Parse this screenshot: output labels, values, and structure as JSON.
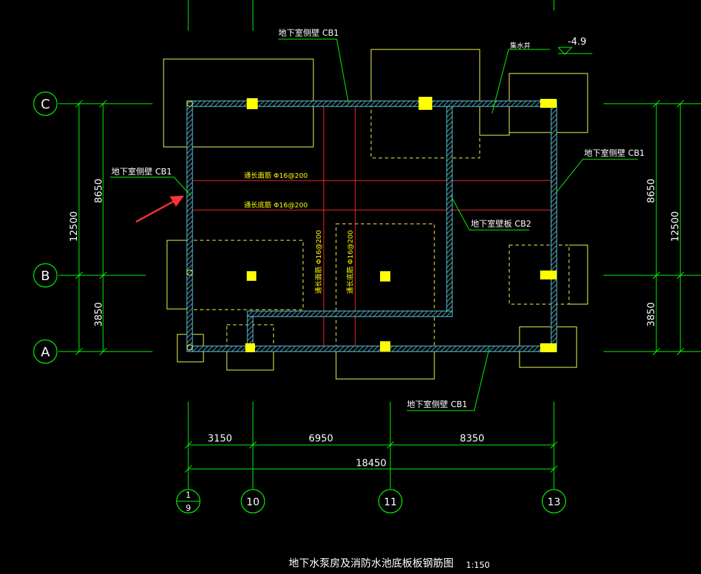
{
  "drawing": {
    "title": "地下水泵房及消防水池底板板钢筋图",
    "scale": "1:150"
  },
  "grid_axes": {
    "rows": [
      "C",
      "B",
      "A"
    ],
    "columns": [
      {
        "top": "1",
        "bottom": "9"
      },
      {
        "label": "10"
      },
      {
        "label": "11"
      },
      {
        "label": "13"
      }
    ]
  },
  "dimensions": {
    "left": {
      "upper": "8650",
      "lower": "3850",
      "total": "12500"
    },
    "right": {
      "upper": "8650",
      "lower": "3850",
      "total": "12500"
    },
    "bottom": {
      "seg1": "3150",
      "seg2": "6950",
      "seg3": "8350",
      "total": "18450"
    }
  },
  "labels": {
    "wall_top": "地下室侧壁 CB1",
    "wall_left": "地下室侧壁 CB1",
    "wall_right": "地下室侧壁 CB1",
    "wall_bottom": "地下室侧壁 CB1",
    "wall_inner": "地下室壁板 CB2",
    "sump": "集水井",
    "elevation": "-4.9"
  },
  "rebar": {
    "h_top": "通长面筋 Φ16@200",
    "h_bottom": "通长底筋 Φ16@200",
    "v_top": "通长面筋 Φ16@200",
    "v_bottom": "通长底筋 Φ16@200"
  },
  "colors": {
    "background": "#000000",
    "grid": "#00ff00",
    "wall": "#5fd0e8",
    "footing": "#ffff55",
    "rebar": "#ff2a2a",
    "text": "#ffffff",
    "annotation": "#ffff00",
    "arrow": "#ff3333"
  }
}
